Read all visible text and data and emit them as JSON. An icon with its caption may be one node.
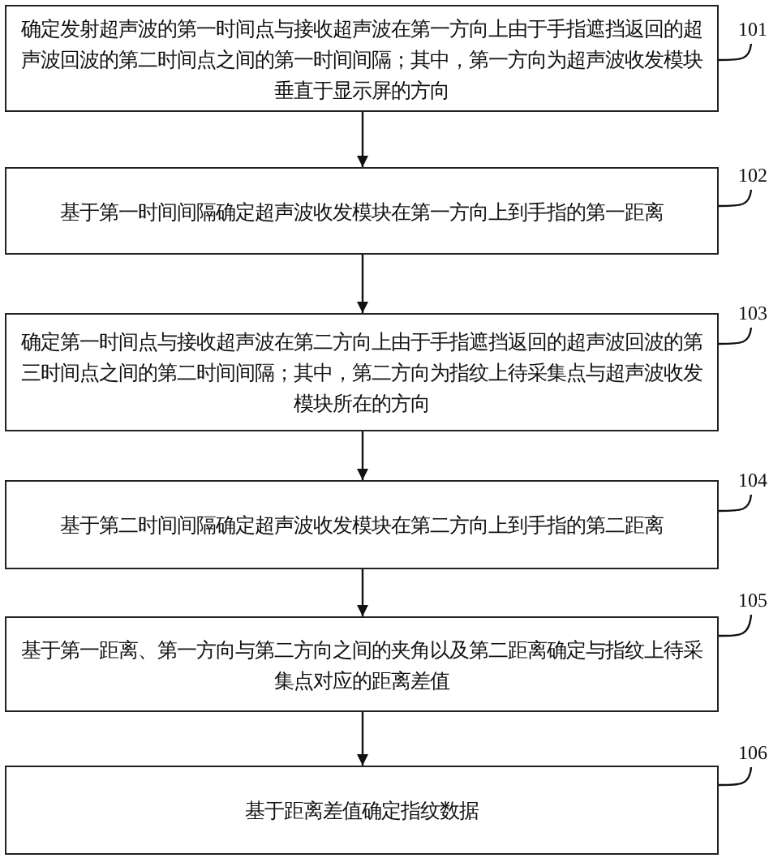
{
  "diagram": {
    "nodes": [
      {
        "text": [
          "确定发射超声波的第一时间点与接收超声波在第一方向上由于手指遮挡返回的超声波回波的第二时间点之间的第一时间间隔；其中，第一方向为超声波收发模块垂直于显示屏的方向"
        ]
      },
      {
        "text": [
          "基于第一时间间隔确定超声波收发模块在第一方向上到手指的第一距离"
        ]
      },
      {
        "text": [
          "确定第一时间点与接收超声波在第二方向上由于手指遮挡返回的超声波回波的第三时间点之间的第二时间间隔；其中，第二方向为指纹上待采集点与超声波收发模块所在的方向"
        ]
      },
      {
        "text": [
          "基于第二时间间隔确定超声波收发模块在第二方向上到手指的第二距离"
        ]
      },
      {
        "text": [
          "基于第一距离、第一方向与第二方向之间的夹角以及第二距离确定与指纹上待采集点对应的距离差值"
        ]
      },
      {
        "text": [
          "基于距离差值确定指纹数据"
        ]
      },
      {
        "text": [
          "101"
        ]
      },
      {
        "text": [
          "102"
        ]
      },
      {
        "text": [
          "103"
        ]
      },
      {
        "text": [
          "104"
        ]
      },
      {
        "text": [
          "105"
        ]
      },
      {
        "text": [
          "106"
        ]
      }
    ],
    "edges": [
      {
        "from": 0,
        "to": 1,
        "arrow": "to"
      },
      {
        "from": 1,
        "to": 2,
        "arrow": "to"
      },
      {
        "from": 2,
        "to": 3,
        "arrow": "to"
      },
      {
        "from": 3,
        "to": 4,
        "arrow": "to"
      },
      {
        "from": 4,
        "to": 5,
        "arrow": "to"
      },
      {
        "from": 6,
        "to": 0,
        "arrow": "none"
      },
      {
        "from": 7,
        "to": 1,
        "arrow": "none"
      },
      {
        "from": 8,
        "to": 2,
        "arrow": "none"
      },
      {
        "from": 9,
        "to": 3,
        "arrow": "none"
      },
      {
        "from": 10,
        "to": 4,
        "arrow": "none"
      },
      {
        "from": 11,
        "to": 5,
        "arrow": "none"
      }
    ]
  }
}
